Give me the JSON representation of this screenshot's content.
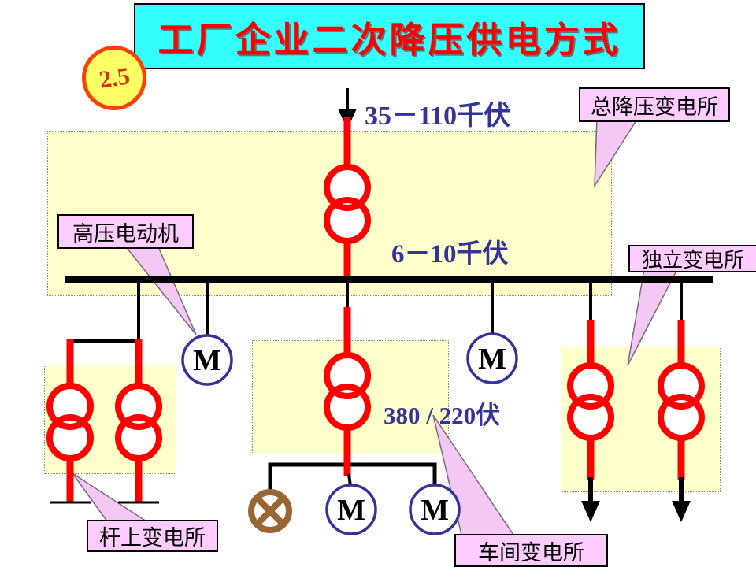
{
  "slide": {
    "number_badge": "2.5",
    "title": "工厂企业二次降压供电方式"
  },
  "voltage_labels": {
    "incoming": "35－110千伏",
    "medium": "6－10千伏",
    "low": "380 / 220伏"
  },
  "callouts": {
    "main_stepdown_substation": "总降压变电所",
    "hv_motor": "高压电动机",
    "independent_substation": "独立变电所",
    "pole_mounted_substation": "杆上变电所",
    "workshop_substation": "车间变电所"
  },
  "symbols": {
    "motor_label": "M",
    "transformer_count": 6,
    "motor_count": 4,
    "lamp_count": 1
  },
  "colors": {
    "title_bg": "#33FFFF",
    "title_text": "#FF0000",
    "area_box_bg": "#FFFFCC",
    "callout_bg": "#FFCCFF",
    "line_red": "#FF0000",
    "line_black": "#000000",
    "voltage_text": "#333399",
    "motor_ring": "#333399",
    "lamp_brown": "#996633",
    "badge_bg": "#FFFF66",
    "badge_border": "#FF4000"
  }
}
